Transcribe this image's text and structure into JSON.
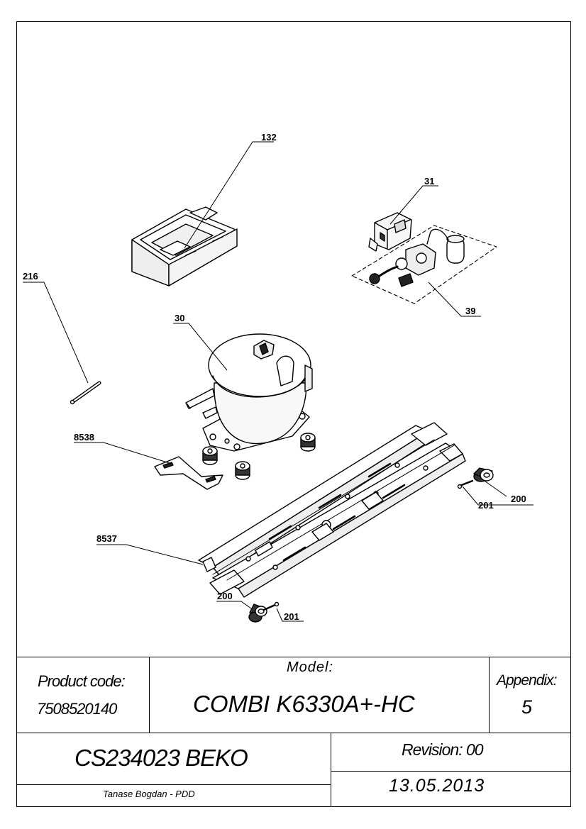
{
  "callouts": {
    "c132": "132",
    "c31": "31",
    "c39": "39",
    "c216": "216",
    "c30": "30",
    "c8538": "8538",
    "c201a": "201",
    "c200a": "200",
    "c8537": "8537",
    "c200b": "200",
    "c201b": "201"
  },
  "title_block": {
    "product_code_label": "Product code:",
    "product_code": "7508520140",
    "model_label": "Model:",
    "model": "COMBI K6330A+-HC",
    "appendix_label": "Appendix:",
    "appendix": "5",
    "document": "CS234023 BEKO",
    "revision": "Revision: 00",
    "author": "Tanase Bogdan - PDD",
    "date": "13.05.2013"
  }
}
